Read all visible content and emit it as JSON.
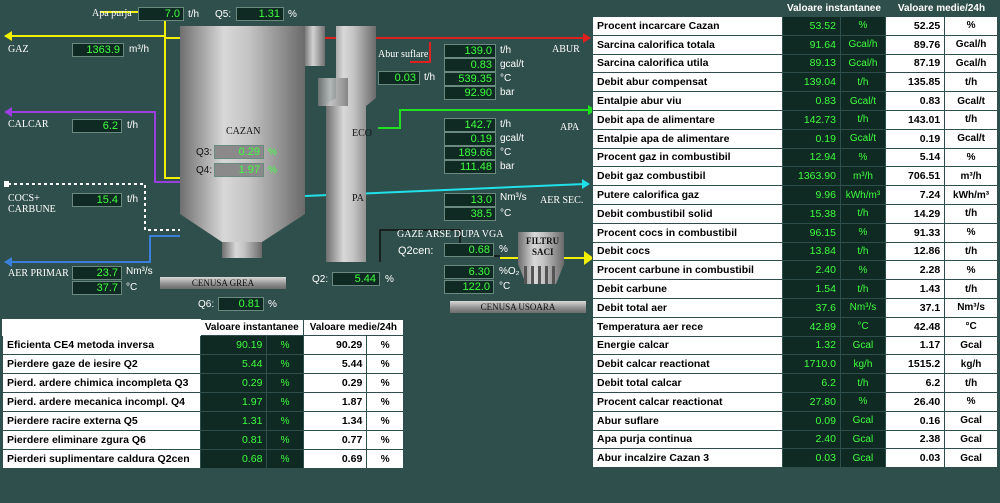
{
  "diagram": {
    "apa_purja": {
      "label": "Apa purja",
      "value": "7.0",
      "unit": "t/h"
    },
    "q5": {
      "label": "Q5:",
      "value": "1.31",
      "unit": "%"
    },
    "gaz": {
      "label": "GAZ",
      "value": "1363.9",
      "unit": "m³/h"
    },
    "calcar": {
      "label": "CALCAR",
      "value": "6.2",
      "unit": "t/h"
    },
    "cocs": {
      "label1": "COCS+",
      "label2": "CARBUNE",
      "value": "15.4",
      "unit": "t/h"
    },
    "aer_primar": {
      "label": "AER PRIMAR",
      "value1": "23.7",
      "unit1": "Nm³/s",
      "value2": "37.7",
      "unit2": "°C"
    },
    "cazan": {
      "label": "CAZAN",
      "q3_label": "Q3:",
      "q3_value": "0.29",
      "q3_unit": "%",
      "q4_label": "Q4:",
      "q4_value": "1.97",
      "q4_unit": "%"
    },
    "cenusa_grea": "CENUSA GREA",
    "q6": {
      "label": "Q6:",
      "value": "0.81",
      "unit": "%"
    },
    "eco": "ECO",
    "pa": "PA",
    "q2": {
      "label": "Q2:",
      "value": "5.44",
      "unit": "%"
    },
    "abur_suflare": {
      "label": "Abur suflare",
      "value": "0.03",
      "unit": "t/h"
    },
    "abur": {
      "label": "ABUR",
      "v1": "139.0",
      "u1": "t/h",
      "v2": "0.83",
      "u2": "gcal/t",
      "v3": "539.35",
      "u3": "°C",
      "v4": "92.90",
      "u4": "bar"
    },
    "apa": {
      "label": "APA",
      "v1": "142.7",
      "u1": "t/h",
      "v2": "0.19",
      "u2": "gcal/t",
      "v3": "189.66",
      "u3": "°C",
      "v4": "111.48",
      "u4": "bar"
    },
    "aer_sec": {
      "label": "AER SEC.",
      "v1": "13.0",
      "u1": "Nm³/s",
      "v2": "38.5",
      "u2": "°C"
    },
    "gaze_arse": {
      "label": "GAZE ARSE DUPA VGA",
      "q2cen_label": "Q2cen:",
      "q2cen_value": "0.68",
      "q2cen_unit": "%",
      "o2_value": "6.30",
      "o2_unit": "%O₂",
      "temp_value": "122.0",
      "temp_unit": "°C"
    },
    "filtru": {
      "line1": "FILTRU",
      "line2": "SACI"
    },
    "cenusa_usoara": "CENUSA USOARA"
  },
  "left_table": {
    "headers": [
      "",
      "Valoare instantanee",
      "",
      "Valoare medie/24h",
      ""
    ],
    "rows": [
      {
        "name": "Eficienta CE4 metoda inversa",
        "inst": "90.19",
        "iunit": "%",
        "avg": "90.29",
        "aunit": "%"
      },
      {
        "name": "Pierdere gaze de iesire Q2",
        "inst": "5.44",
        "iunit": "%",
        "avg": "5.44",
        "aunit": "%"
      },
      {
        "name": "Pierd. ardere chimica incompleta Q3",
        "inst": "0.29",
        "iunit": "%",
        "avg": "0.29",
        "aunit": "%"
      },
      {
        "name": "Pierd. ardere mecanica incompl. Q4",
        "inst": "1.97",
        "iunit": "%",
        "avg": "1.87",
        "aunit": "%"
      },
      {
        "name": "Pierdere racire externa Q5",
        "inst": "1.31",
        "iunit": "%",
        "avg": "1.34",
        "aunit": "%"
      },
      {
        "name": "Pierdere eliminare zgura Q6",
        "inst": "0.81",
        "iunit": "%",
        "avg": "0.77",
        "aunit": "%"
      },
      {
        "name": "Pierderi suplimentare caldura Q2cen",
        "inst": "0.68",
        "iunit": "%",
        "avg": "0.69",
        "aunit": "%"
      }
    ]
  },
  "right_table": {
    "headers": [
      "",
      "Valoare instantanee",
      "",
      "Valoare medie/24h",
      ""
    ],
    "rows": [
      {
        "name": "Procent incarcare Cazan",
        "inst": "53.52",
        "iunit": "%",
        "avg": "52.25",
        "aunit": "%"
      },
      {
        "name": "Sarcina calorifica totala",
        "inst": "91.64",
        "iunit": "Gcal/h",
        "avg": "89.76",
        "aunit": "Gcal/h"
      },
      {
        "name": "Sarcina calorifica utila",
        "inst": "89.13",
        "iunit": "Gcal/h",
        "avg": "87.19",
        "aunit": "Gcal/h"
      },
      {
        "name": "Debit abur compensat",
        "inst": "139.04",
        "iunit": "t/h",
        "avg": "135.85",
        "aunit": "t/h"
      },
      {
        "name": "Entalpie abur viu",
        "inst": "0.83",
        "iunit": "Gcal/t",
        "avg": "0.83",
        "aunit": "Gcal/t"
      },
      {
        "name": "Debit apa de alimentare",
        "inst": "142.73",
        "iunit": "t/h",
        "avg": "143.01",
        "aunit": "t/h"
      },
      {
        "name": "Entalpie apa de alimentare",
        "inst": "0.19",
        "iunit": "Gcal/t",
        "avg": "0.19",
        "aunit": "Gcal/t"
      },
      {
        "name": "Procent gaz in combustibil",
        "inst": "12.94",
        "iunit": "%",
        "avg": "5.14",
        "aunit": "%"
      },
      {
        "name": "Debit gaz combustibil",
        "inst": "1363.90",
        "iunit": "m³/h",
        "avg": "706.51",
        "aunit": "m³/h"
      },
      {
        "name": "Putere calorifica gaz",
        "inst": "9.96",
        "iunit": "kWh/m³",
        "avg": "7.24",
        "aunit": "kWh/m³"
      },
      {
        "name": "Debit combustibil solid",
        "inst": "15.38",
        "iunit": "t/h",
        "avg": "14.29",
        "aunit": "t/h"
      },
      {
        "name": "Procent cocs in combustibil",
        "inst": "96.15",
        "iunit": "%",
        "avg": "91.33",
        "aunit": "%"
      },
      {
        "name": "Debit cocs",
        "inst": "13.84",
        "iunit": "t/h",
        "avg": "12.86",
        "aunit": "t/h"
      },
      {
        "name": "Procent carbune in combustibil",
        "inst": "2.40",
        "iunit": "%",
        "avg": "2.28",
        "aunit": "%"
      },
      {
        "name": "Debit carbune",
        "inst": "1.54",
        "iunit": "t/h",
        "avg": "1.43",
        "aunit": "t/h"
      },
      {
        "name": "Debit total aer",
        "inst": "37.6",
        "iunit": "Nm³/s",
        "avg": "37.1",
        "aunit": "Nm³/s"
      },
      {
        "name": "Temperatura aer rece",
        "inst": "42.89",
        "iunit": "°C",
        "avg": "42.48",
        "aunit": "°C"
      },
      {
        "name": "Energie calcar",
        "inst": "1.32",
        "iunit": "Gcal",
        "avg": "1.17",
        "aunit": "Gcal"
      },
      {
        "name": "Debit calcar reactionat",
        "inst": "1710.0",
        "iunit": "kg/h",
        "avg": "1515.2",
        "aunit": "kg/h"
      },
      {
        "name": "Debit total calcar",
        "inst": "6.2",
        "iunit": "t/h",
        "avg": "6.2",
        "aunit": "t/h"
      },
      {
        "name": "Procent calcar reactionat",
        "inst": "27.80",
        "iunit": "%",
        "avg": "26.40",
        "aunit": "%"
      },
      {
        "name": "Abur suflare",
        "inst": "0.09",
        "iunit": "Gcal",
        "avg": "0.16",
        "aunit": "Gcal"
      },
      {
        "name": "Apa purja continua",
        "inst": "2.40",
        "iunit": "Gcal",
        "avg": "2.38",
        "aunit": "Gcal"
      },
      {
        "name": "Abur incalzire Cazan 3",
        "inst": "0.03",
        "iunit": "Gcal",
        "avg": "0.03",
        "aunit": "Gcal"
      }
    ]
  }
}
